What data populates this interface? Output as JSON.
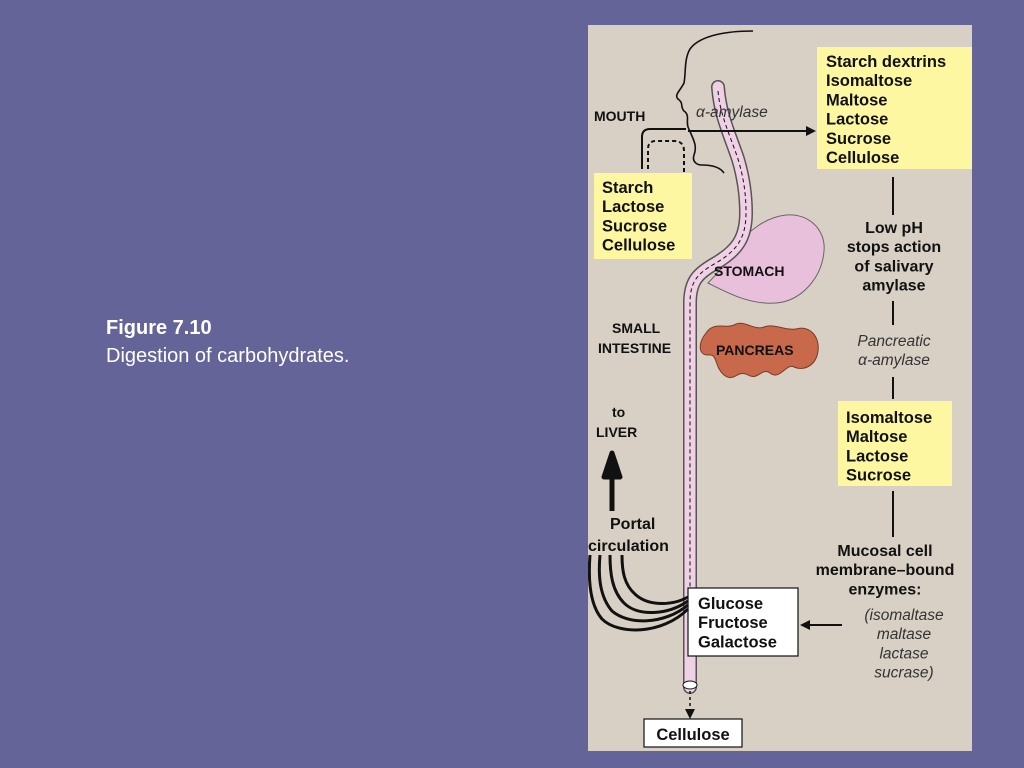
{
  "caption": {
    "title": "Figure 7.10",
    "description": "Digestion of carbohydrates."
  },
  "diagram": {
    "labels": {
      "mouth": "MOUTH",
      "alpha_amylase": "α-amylase",
      "stomach": "STOMACH",
      "small_intestine": [
        "SMALL",
        "INTESTINE"
      ],
      "pancreas": "PANCREAS",
      "to_liver": [
        "to",
        "LIVER"
      ],
      "portal_circulation": [
        "Portal",
        "circulation"
      ]
    },
    "boxes": {
      "mouth_products": [
        "Starch dextrins",
        "Isomaltose",
        "Maltose",
        "Lactose",
        "Sucrose",
        "Cellulose"
      ],
      "ingested": [
        "Starch",
        "Lactose",
        "Sucrose",
        "Cellulose"
      ],
      "pancreatic_products": [
        "Isomaltose",
        "Maltose",
        "Lactose",
        "Sucrose"
      ],
      "absorbed": [
        "Glucose",
        "Fructose",
        "Galactose"
      ],
      "excreted": "Cellulose"
    },
    "steps": {
      "low_ph": [
        "Low pH",
        "stops action",
        "of salivary",
        "amylase"
      ],
      "pancreatic_amylase": [
        "Pancreatic",
        "α-amylase"
      ],
      "mucosal": [
        "Mucosal cell",
        "membrane–bound",
        "enzymes:"
      ],
      "enzyme_list": [
        "(isomaltase",
        "maltase",
        "lactase",
        "sucrase)"
      ]
    },
    "colors": {
      "panel": "#d8d0c4",
      "yellow_box": "#fcf7a0",
      "tract": "#f0d0e4",
      "stomach": "#e8c0dc",
      "pancreas": "#c8694c"
    }
  }
}
